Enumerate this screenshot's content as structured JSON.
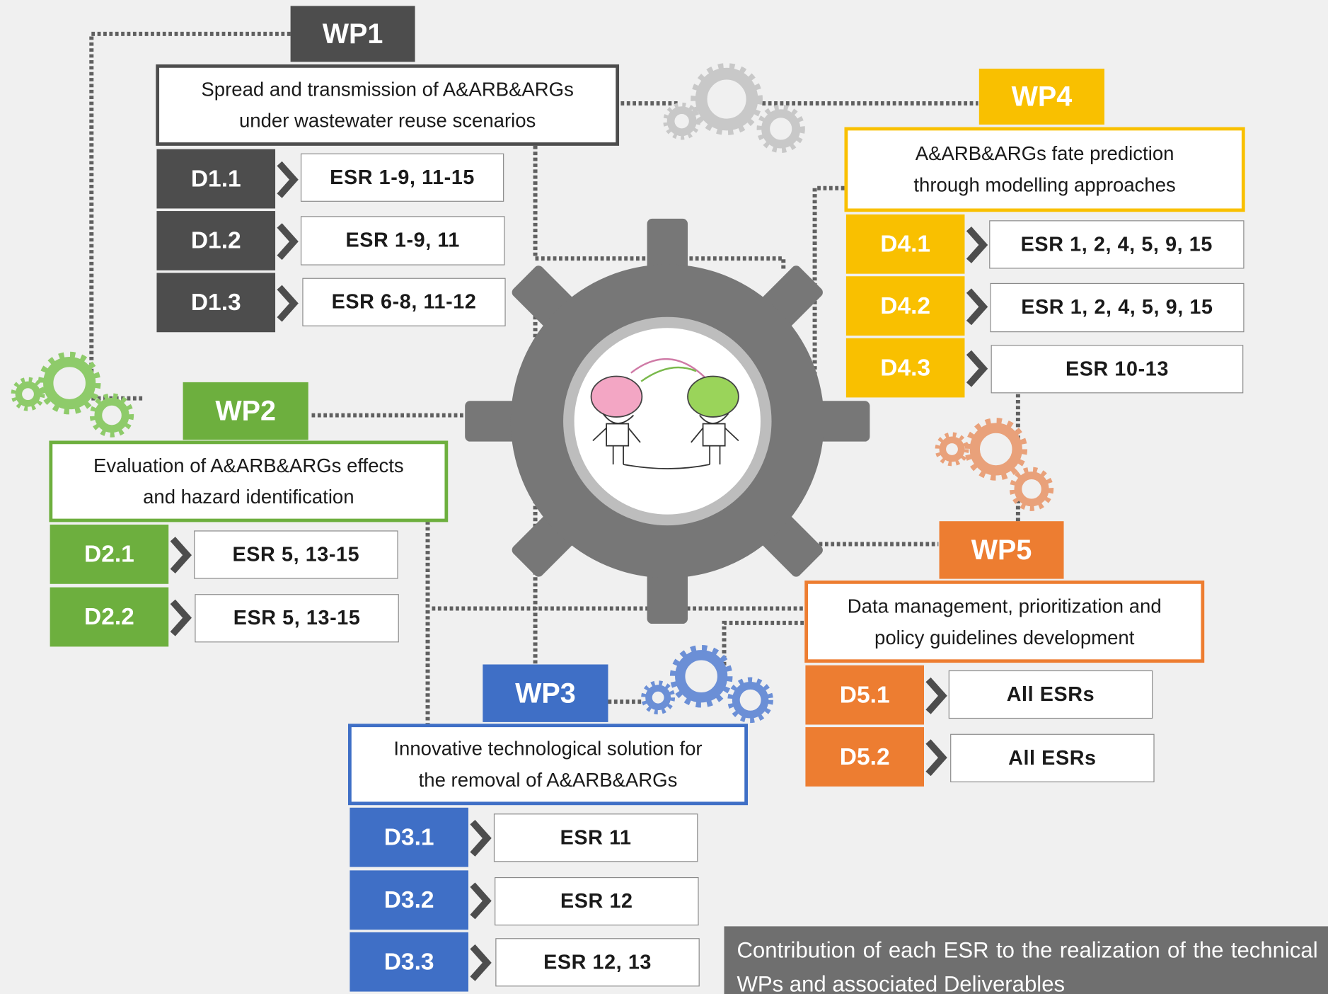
{
  "colors": {
    "wp1": "#4d4d4d",
    "wp2": "#6daf3e",
    "wp3": "#3f6fc6",
    "wp4": "#f9c000",
    "wp5": "#ed7d31",
    "gear": "#7a7a7a",
    "background": "#f0f0f0"
  },
  "work_packages": [
    {
      "label": "WP1",
      "description_line1": "Spread and transmission of A&ARB&ARGs",
      "description_line2": "under wastewater reuse scenarios",
      "deliverables": [
        {
          "label": "D1.1",
          "esr": "ESR 1-9, 11-15"
        },
        {
          "label": "D1.2",
          "esr": "ESR 1-9, 11"
        },
        {
          "label": "D1.3",
          "esr": "ESR 6-8, 11-12"
        }
      ]
    },
    {
      "label": "WP2",
      "description_line1": "Evaluation of A&ARB&ARGs effects",
      "description_line2": "and hazard identification",
      "deliverables": [
        {
          "label": "D2.1",
          "esr": "ESR 5, 13-15"
        },
        {
          "label": "D2.2",
          "esr": "ESR 5, 13-15"
        }
      ]
    },
    {
      "label": "WP3",
      "description_line1": "Innovative technological solution for",
      "description_line2": "the removal of A&ARB&ARGs",
      "deliverables": [
        {
          "label": "D3.1",
          "esr": "ESR 11"
        },
        {
          "label": "D3.2",
          "esr": "ESR 12"
        },
        {
          "label": "D3.3",
          "esr": "ESR 12, 13"
        }
      ]
    },
    {
      "label": "WP4",
      "description_line1": "A&ARB&ARGs fate prediction",
      "description_line2": "through modelling approaches",
      "deliverables": [
        {
          "label": "D4.1",
          "esr": "ESR 1, 2, 4, 5, 9, 15"
        },
        {
          "label": "D4.2",
          "esr": "ESR 1, 2, 4, 5, 9, 15"
        },
        {
          "label": "D4.3",
          "esr": "ESR 10-13"
        }
      ]
    },
    {
      "label": "WP5",
      "description_line1": "Data management, prioritization and",
      "description_line2": "policy guidelines development",
      "deliverables": [
        {
          "label": "D5.1",
          "esr": "All ESRs"
        },
        {
          "label": "D5.2",
          "esr": "All ESRs"
        }
      ]
    }
  ],
  "caption": {
    "text": "Contribution of each ESR to the realization of the technical WPs and associated Deliverables"
  }
}
